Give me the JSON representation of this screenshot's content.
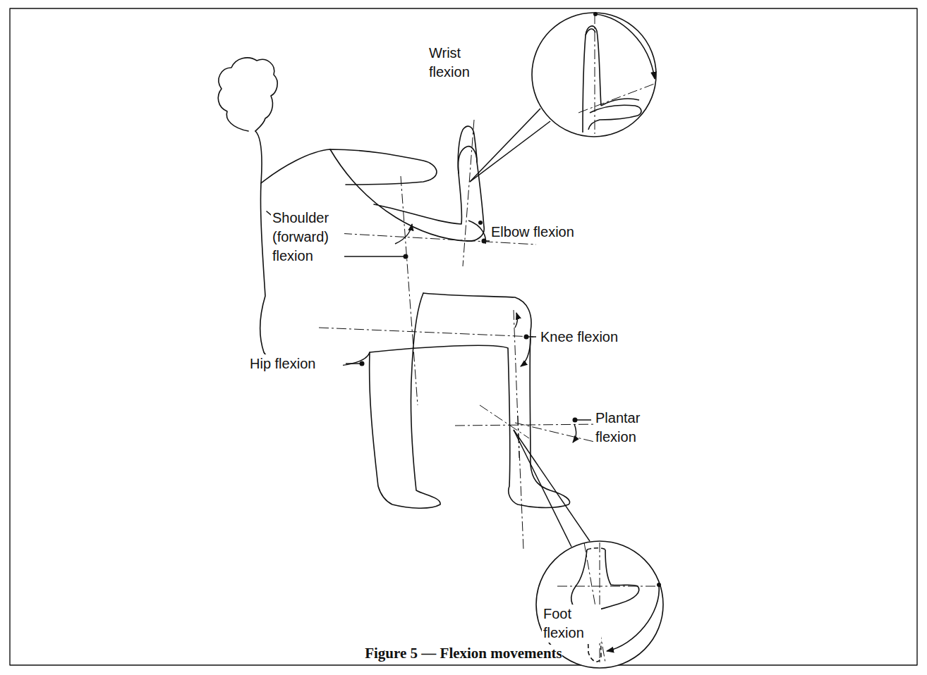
{
  "diagram": {
    "caption": "Figure 5 — Flexion movements",
    "labels": [
      "Wrist flexion",
      "Shoulder (forward) flexion",
      "Elbow flexion",
      "Knee flexion",
      "Hip flexion",
      "Plantar flexion",
      "Foot flexion"
    ]
  }
}
